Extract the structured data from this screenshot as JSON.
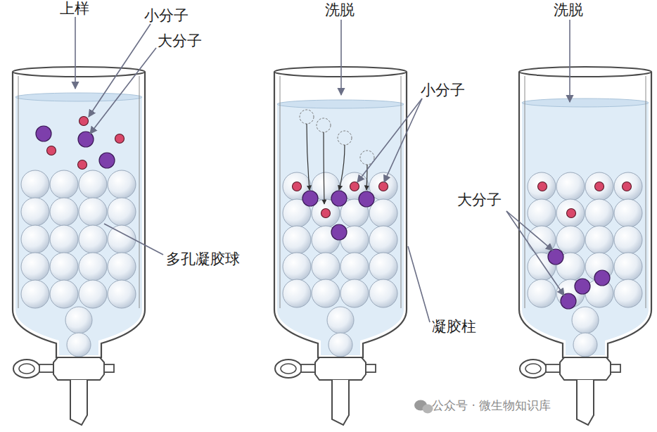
{
  "diagram": {
    "labels": [
      "上样",
      "小分子",
      "大分子",
      "多孔凝胶球",
      "洗脱",
      "小分子",
      "凝胶柱",
      "洗脱",
      "大分子",
      "公众号 · 微生物知识库"
    ]
  }
}
